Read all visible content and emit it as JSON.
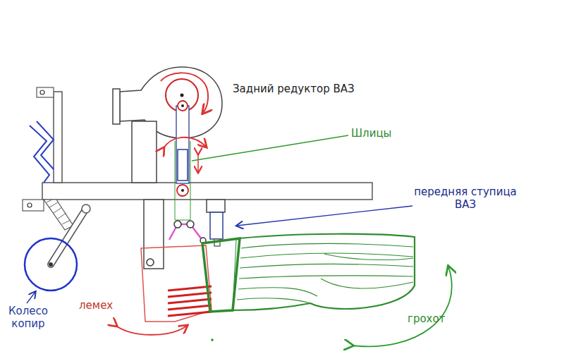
{
  "diagram": {
    "labels": [
      "Задний редуктор ВАЗ",
      "Шлицы",
      "передняя ступица ВАЗ",
      "Колесо копир",
      "лемех",
      "грохот"
    ]
  }
}
